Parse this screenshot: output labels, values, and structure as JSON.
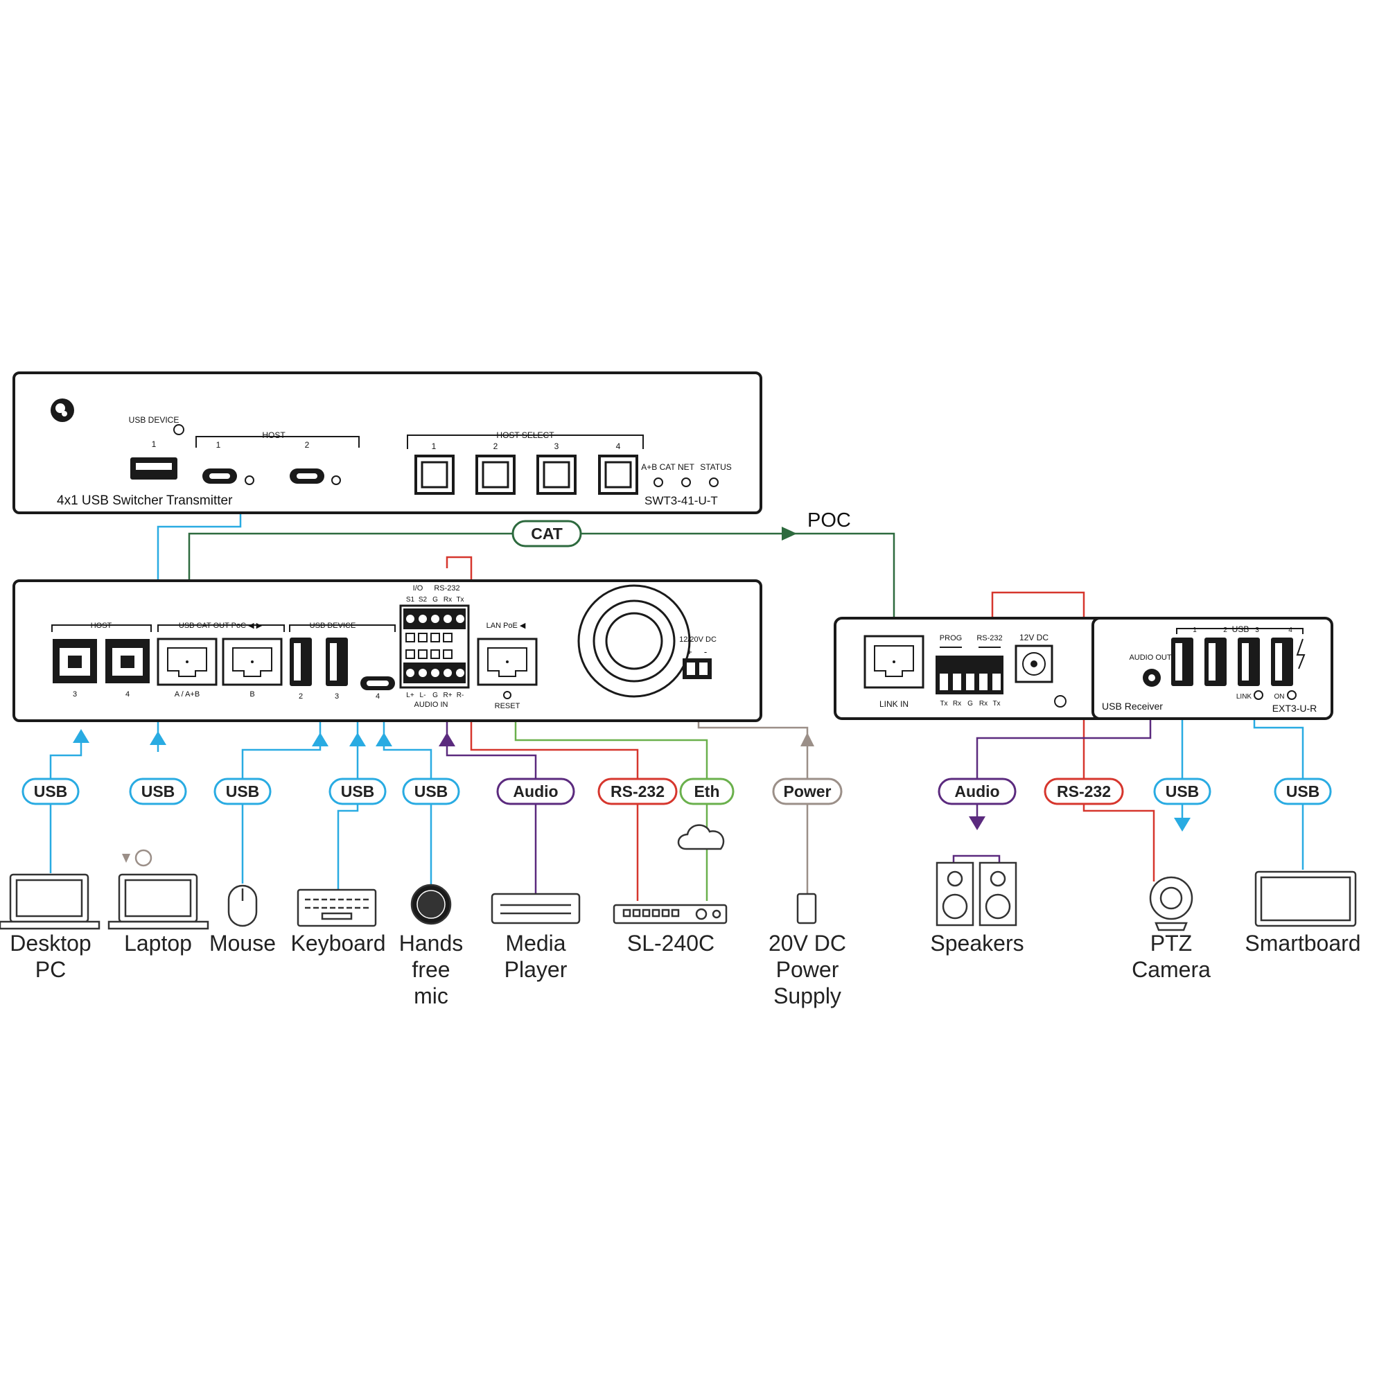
{
  "colors": {
    "usb": "#29abe2",
    "cat": "#2d6a3e",
    "audio": "#5b2a7e",
    "rs232": "#d6362d",
    "eth": "#6ab04c",
    "power": "#9b8f88",
    "panel": "#1a1a1a"
  },
  "transmitter_front": {
    "title": "4x1 USB Switcher Transmitter",
    "model": "SWT3-41-U-T",
    "usb_device_label": "USB DEVICE",
    "usb_device_num": "1",
    "host_label": "HOST",
    "host_nums": [
      "1",
      "2"
    ],
    "host_select_label": "HOST SELECT",
    "host_select_nums": [
      "1",
      "2",
      "3",
      "4"
    ],
    "led_labels": [
      "A+B CAT",
      "NET",
      "STATUS"
    ],
    "logo_icon": "kramer-logo-icon"
  },
  "transmitter_rear": {
    "host_label": "HOST",
    "host_nums": [
      "3",
      "4"
    ],
    "cat_out_label": "USB CAT OUT PoC ◀ ▶",
    "cat_out_nums": [
      "A / A+B",
      "B"
    ],
    "usb_device_label": "USB DEVICE",
    "usb_device_nums": [
      "2",
      "3",
      "4"
    ],
    "io_label": "I/O",
    "rs232_label": "RS-232",
    "terminal_top_pins": [
      "S1",
      "S2",
      "G",
      "Rx",
      "Tx"
    ],
    "terminal_bottom_pins": [
      "L+",
      "L-",
      "G",
      "R+",
      "R-"
    ],
    "audio_in_label": "AUDIO IN",
    "lan_label": "LAN PoE ◀",
    "reset_label": "RESET",
    "dc_label": "12/20V DC",
    "dc_pins": [
      "+",
      "-"
    ]
  },
  "cat_pill": "CAT",
  "poc_label": "POC",
  "receiver1": {
    "link_in_label": "LINK IN",
    "prog_label": "PROG",
    "rs232_label": "RS-232",
    "dc_label": "12V DC",
    "pins": [
      "Tx",
      "Rx",
      "G",
      "Rx",
      "Tx"
    ]
  },
  "receiver2": {
    "audio_out_label": "AUDIO OUT",
    "usb_receiver_label": "USB Receiver",
    "usb_label": "USB",
    "usb_nums": [
      "1",
      "2",
      "3",
      "4"
    ],
    "link_label": "LINK",
    "on_label": "ON",
    "model": "EXT3-U-R"
  },
  "pills": [
    {
      "text": "USB",
      "kind": "usb"
    },
    {
      "text": "USB",
      "kind": "usb"
    },
    {
      "text": "USB",
      "kind": "usb"
    },
    {
      "text": "USB",
      "kind": "usb"
    },
    {
      "text": "USB",
      "kind": "usb"
    },
    {
      "text": "Audio",
      "kind": "audio"
    },
    {
      "text": "RS-232",
      "kind": "rs232"
    },
    {
      "text": "Eth",
      "kind": "eth"
    },
    {
      "text": "Power",
      "kind": "power"
    },
    {
      "text": "Audio",
      "kind": "audio"
    },
    {
      "text": "RS-232",
      "kind": "rs232"
    },
    {
      "text": "USB",
      "kind": "usb"
    },
    {
      "text": "USB",
      "kind": "usb"
    }
  ],
  "devices": [
    {
      "lines": [
        "Desktop",
        "PC"
      ],
      "icon": "laptop-icon"
    },
    {
      "lines": [
        "Laptop"
      ],
      "icon": "laptop-icon"
    },
    {
      "lines": [
        "Mouse"
      ],
      "icon": "mouse-icon"
    },
    {
      "lines": [
        "Keyboard"
      ],
      "icon": "keyboard-icon"
    },
    {
      "lines": [
        "Hands",
        "free",
        "mic"
      ],
      "icon": "speakerphone-icon"
    },
    {
      "lines": [
        "Media",
        "Player"
      ],
      "icon": "media-player-icon"
    },
    {
      "lines": [
        "SL-240C"
      ],
      "icon": "control-keypad-icon"
    },
    {
      "lines": [
        "20V DC",
        "Power",
        "Supply"
      ],
      "icon": "power-supply-icon"
    },
    {
      "lines": [
        "Speakers"
      ],
      "icon": "speakers-icon"
    },
    {
      "lines": [
        "PTZ",
        "Camera"
      ],
      "icon": "ptz-camera-icon"
    },
    {
      "lines": [
        "Smartboard"
      ],
      "icon": "smartboard-icon"
    }
  ]
}
